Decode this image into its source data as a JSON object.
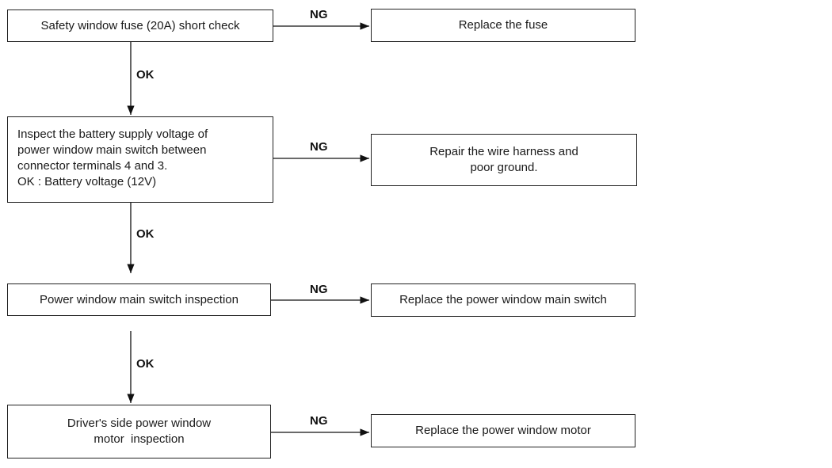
{
  "steps": [
    {
      "check": [
        "Safety window fuse (20A) short check"
      ],
      "ng_action": [
        "Replace the fuse"
      ]
    },
    {
      "check": [
        "Inspect the battery supply voltage of",
        "power window main switch between",
        "connector terminals 4 and 3.",
        "OK : Battery voltage (12V)"
      ],
      "ng_action": [
        "Repair the wire harness and",
        "poor ground."
      ]
    },
    {
      "check": [
        "Power window main switch inspection"
      ],
      "ng_action": [
        "Replace the power window main switch"
      ]
    },
    {
      "check": [
        "Driver's side power window",
        "motor  inspection"
      ],
      "ng_action": [
        "Replace the power window motor"
      ]
    }
  ],
  "labels": {
    "ok": "OK",
    "ng": "NG"
  }
}
